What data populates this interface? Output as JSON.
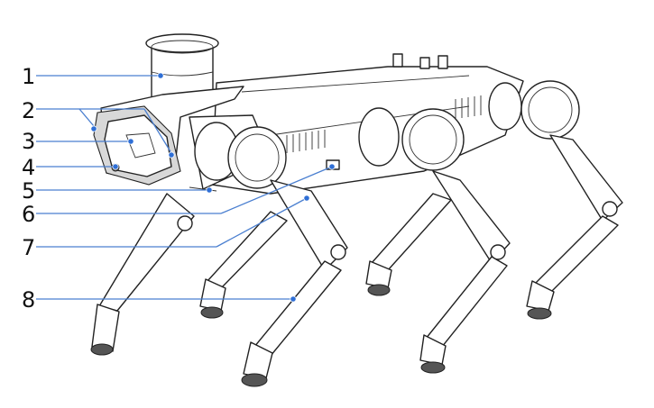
{
  "figure": {
    "subject": "quadruped-robot-dog",
    "callouts": [
      "1",
      "2",
      "3",
      "4",
      "5",
      "6",
      "7",
      "8"
    ]
  },
  "colors": {
    "leader_line": "#4a7fd0",
    "leader_dot": "#2f6fd6",
    "outline": "#222222"
  }
}
